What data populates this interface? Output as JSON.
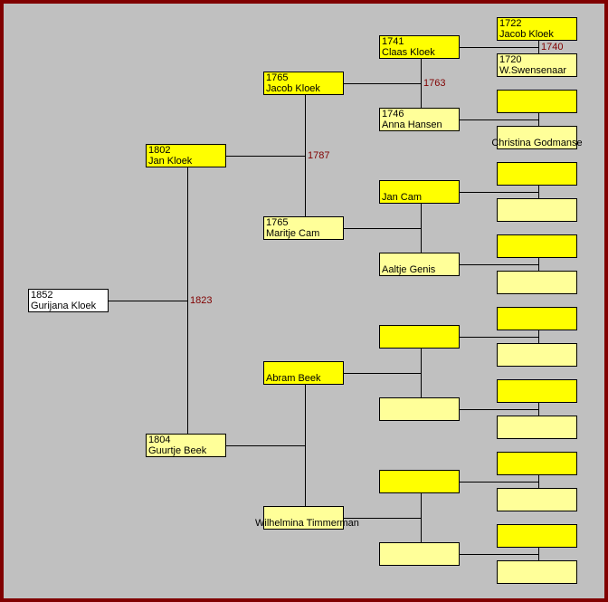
{
  "colors": {
    "frame": "#800000",
    "background": "#c0c0c0",
    "male": "#ffff00",
    "female": "#ffff99",
    "root": "#ffffff",
    "marriage_text": "#800000"
  },
  "persons": [
    {
      "year": "1852",
      "name": "Gurijana Kloek",
      "fill": "root",
      "married": "1823"
    },
    {
      "year": "1802",
      "name": "Jan Kloek",
      "fill": "male",
      "married": "1787"
    },
    {
      "year": "1804",
      "name": "Guurtje Beek",
      "fill": "female",
      "married": ""
    },
    {
      "year": "1765",
      "name": "Jacob Kloek",
      "fill": "male",
      "married": "1763"
    },
    {
      "year": "1765",
      "name": "Maritje Cam",
      "fill": "female",
      "married": ""
    },
    {
      "year": "",
      "name": "Abram Beek",
      "fill": "male",
      "married": ""
    },
    {
      "year": "",
      "name": "Wilhelmina Timmerman",
      "fill": "female",
      "married": "",
      "centered": true
    },
    {
      "year": "1741",
      "name": "Claas Kloek",
      "fill": "male",
      "married": "1740"
    },
    {
      "year": "1746",
      "name": "Anna Hansen",
      "fill": "female",
      "married": ""
    },
    {
      "year": "",
      "name": "Jan Cam",
      "fill": "male",
      "married": ""
    },
    {
      "year": "",
      "name": "Aaltje Genis",
      "fill": "female",
      "married": ""
    },
    {
      "year": "",
      "name": "",
      "fill": "male",
      "married": ""
    },
    {
      "year": "",
      "name": "",
      "fill": "female",
      "married": ""
    },
    {
      "year": "",
      "name": "",
      "fill": "male",
      "married": ""
    },
    {
      "year": "",
      "name": "",
      "fill": "female",
      "married": ""
    },
    {
      "year": "1722",
      "name": "Jacob Kloek",
      "fill": "male"
    },
    {
      "year": "1720",
      "name": "W.Swensenaar",
      "fill": "female"
    },
    {
      "year": "",
      "name": "",
      "fill": "male"
    },
    {
      "year": "",
      "name": "Christina Godmanse",
      "fill": "female",
      "centered": true
    },
    {
      "year": "",
      "name": "",
      "fill": "male"
    },
    {
      "year": "",
      "name": "",
      "fill": "female"
    },
    {
      "year": "",
      "name": "",
      "fill": "male"
    },
    {
      "year": "",
      "name": "",
      "fill": "female"
    },
    {
      "year": "",
      "name": "",
      "fill": "male"
    },
    {
      "year": "",
      "name": "",
      "fill": "female"
    },
    {
      "year": "",
      "name": "",
      "fill": "male"
    },
    {
      "year": "",
      "name": "",
      "fill": "female"
    },
    {
      "year": "",
      "name": "",
      "fill": "male"
    },
    {
      "year": "",
      "name": "",
      "fill": "female"
    },
    {
      "year": "",
      "name": "",
      "fill": "male"
    },
    {
      "year": "",
      "name": "",
      "fill": "female"
    }
  ]
}
